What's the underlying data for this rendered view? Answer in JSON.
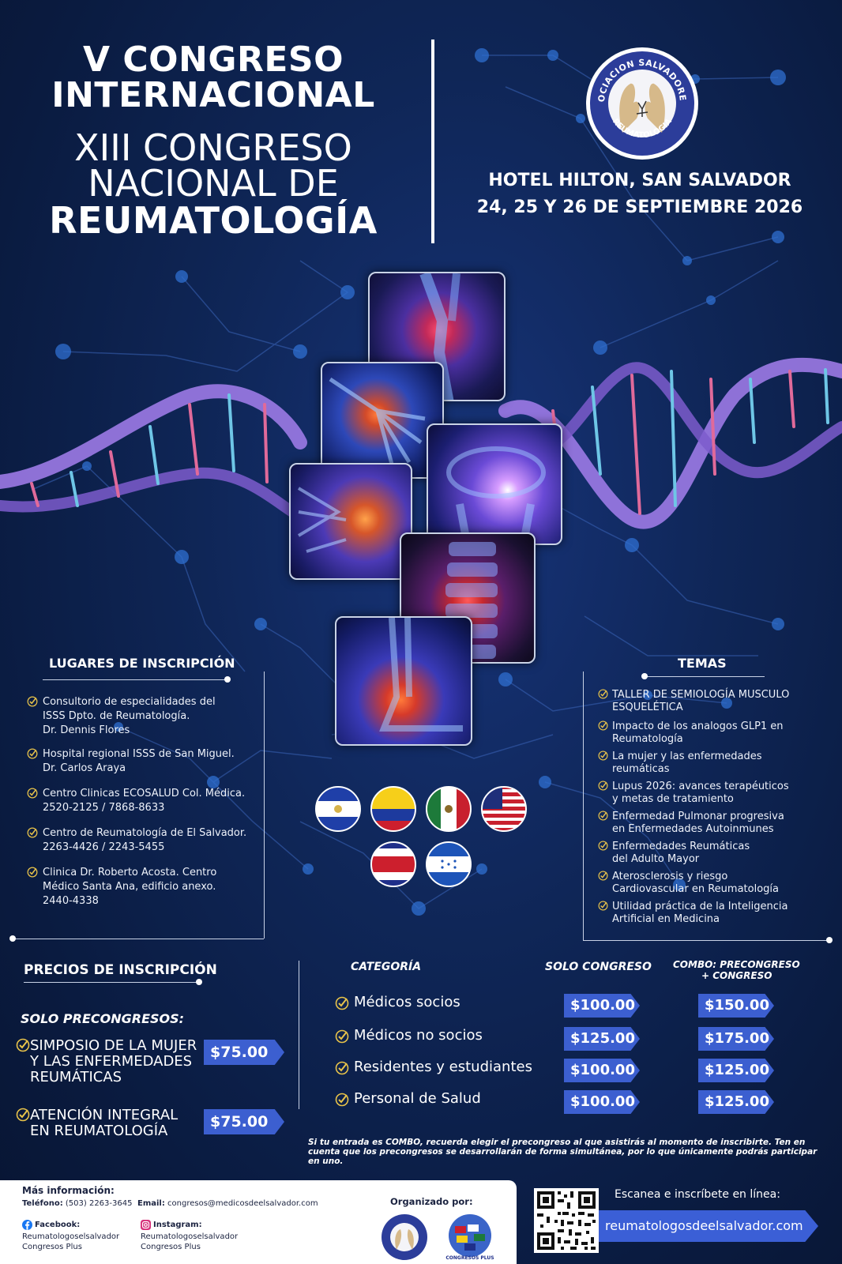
{
  "header": {
    "title_line1": "V CONGRESO",
    "title_line2": "INTERNACIONAL",
    "title_line3": "XIII CONGRESO",
    "title_line4": "NACIONAL DE",
    "title_line5": "REUMATOLOGÍA",
    "venue": "HOTEL HILTON, SAN SALVADOR",
    "dates": "24, 25 Y 26 DE SEPTIEMBRE 2026",
    "logo_text_top": "ASOCIACION SALVADOREÑA",
    "logo_text_bottom": "REUMATOLOGIA"
  },
  "lugares": {
    "title": "LUGARES DE INSCRIPCIÓN",
    "items": [
      "Consultorio de especialidades del\nISSS Dpto. de Reumatología.\nDr. Dennis Flores",
      "Hospital regional ISSS de San Miguel.\nDr. Carlos Araya",
      "Centro Clinicas ECOSALUD Col. Médica.\n2520-2125 / 7868-8633",
      "Centro de Reumatología de El Salvador.\n2263-4426 / 2243-5455",
      "Clinica Dr. Roberto Acosta. Centro\nMédico Santa Ana, edificio anexo.\n2440-4338"
    ]
  },
  "temas": {
    "title": "TEMAS",
    "items": [
      "TALLER DE SEMIOLOGÍA MUSCULO\nESQUELÉTICA",
      "Impacto de los analogos GLP1 en\nReumatología",
      "La mujer y las enfermedades\nreumáticas",
      "Lupus 2026: avances terapéuticos\ny metas de tratamiento",
      "Enfermedad Pulmonar progresiva\nen Enfermedades Autoinmunes",
      "Enfermedades Reumáticas\ndel Adulto Mayor",
      "Aterosclerosis y riesgo\nCardiovascular en Reumatología",
      "Utilidad práctica de la Inteligencia\nArtificial en Medicina"
    ]
  },
  "precios": {
    "title": "PRECIOS DE INSCRIPCIÓN",
    "preconf_title": "SOLO PRECONGRESOS:",
    "preconf": [
      {
        "label": "SIMPOSIO DE LA MUJER\nY LAS ENFERMEDADES\nREUMÁTICAS",
        "price": "$75.00"
      },
      {
        "label": "ATENCIÓN INTEGRAL\nEN REUMATOLOGÍA",
        "price": "$75.00"
      }
    ],
    "col_categoria": "CATEGORÍA",
    "col_solo": "SOLO CONGRESO",
    "col_combo_1": "COMBO: PRECONGRESO",
    "col_combo_2": "+ CONGRESO",
    "rows": [
      {
        "cat": "Médicos socios",
        "solo": "$100.00",
        "combo": "$150.00"
      },
      {
        "cat": "Médicos no socios",
        "solo": "$125.00",
        "combo": "$175.00"
      },
      {
        "cat": "Residentes y estudiantes",
        "solo": "$100.00",
        "combo": "$125.00"
      },
      {
        "cat": "Personal de Salud",
        "solo": "$100.00",
        "combo": "$125.00"
      }
    ],
    "note": "Si tu entrada es COMBO, recuerda elegir el precongreso al que asistirás al momento de inscribirte. Ten en cuenta que los precongresos se desarrollarán de forma simultánea, por lo que únicamente podrás participar en uno."
  },
  "footer": {
    "mas_info": "Más información:",
    "telefono_label": "Teléfono:",
    "telefono": "(503) 2263-3645",
    "email_label": "Email:",
    "email": "congresos@medicosdeelsalvador.com",
    "facebook_label": "Facebook:",
    "facebook_1": "Reumatologoselsalvador",
    "facebook_2": "Congresos Plus",
    "instagram_label": "Instagram:",
    "instagram_1": "Reumatologoselsalvador",
    "instagram_2": "Congresos Plus",
    "organizado": "Organizado por:",
    "org_logo2_text": "CONGRESOS PLUS",
    "scan_text": "Escanea e inscríbete en línea:",
    "url": "reumatologosdeelsalvador.com"
  },
  "flags": [
    "el-salvador",
    "colombia",
    "mexico",
    "usa",
    "costa-rica",
    "honduras"
  ],
  "colors": {
    "background": "#0f2657",
    "accent_blue": "#3c5fd0",
    "dna_purple": "#a07ee8",
    "node_blue": "#2f6fd0"
  }
}
